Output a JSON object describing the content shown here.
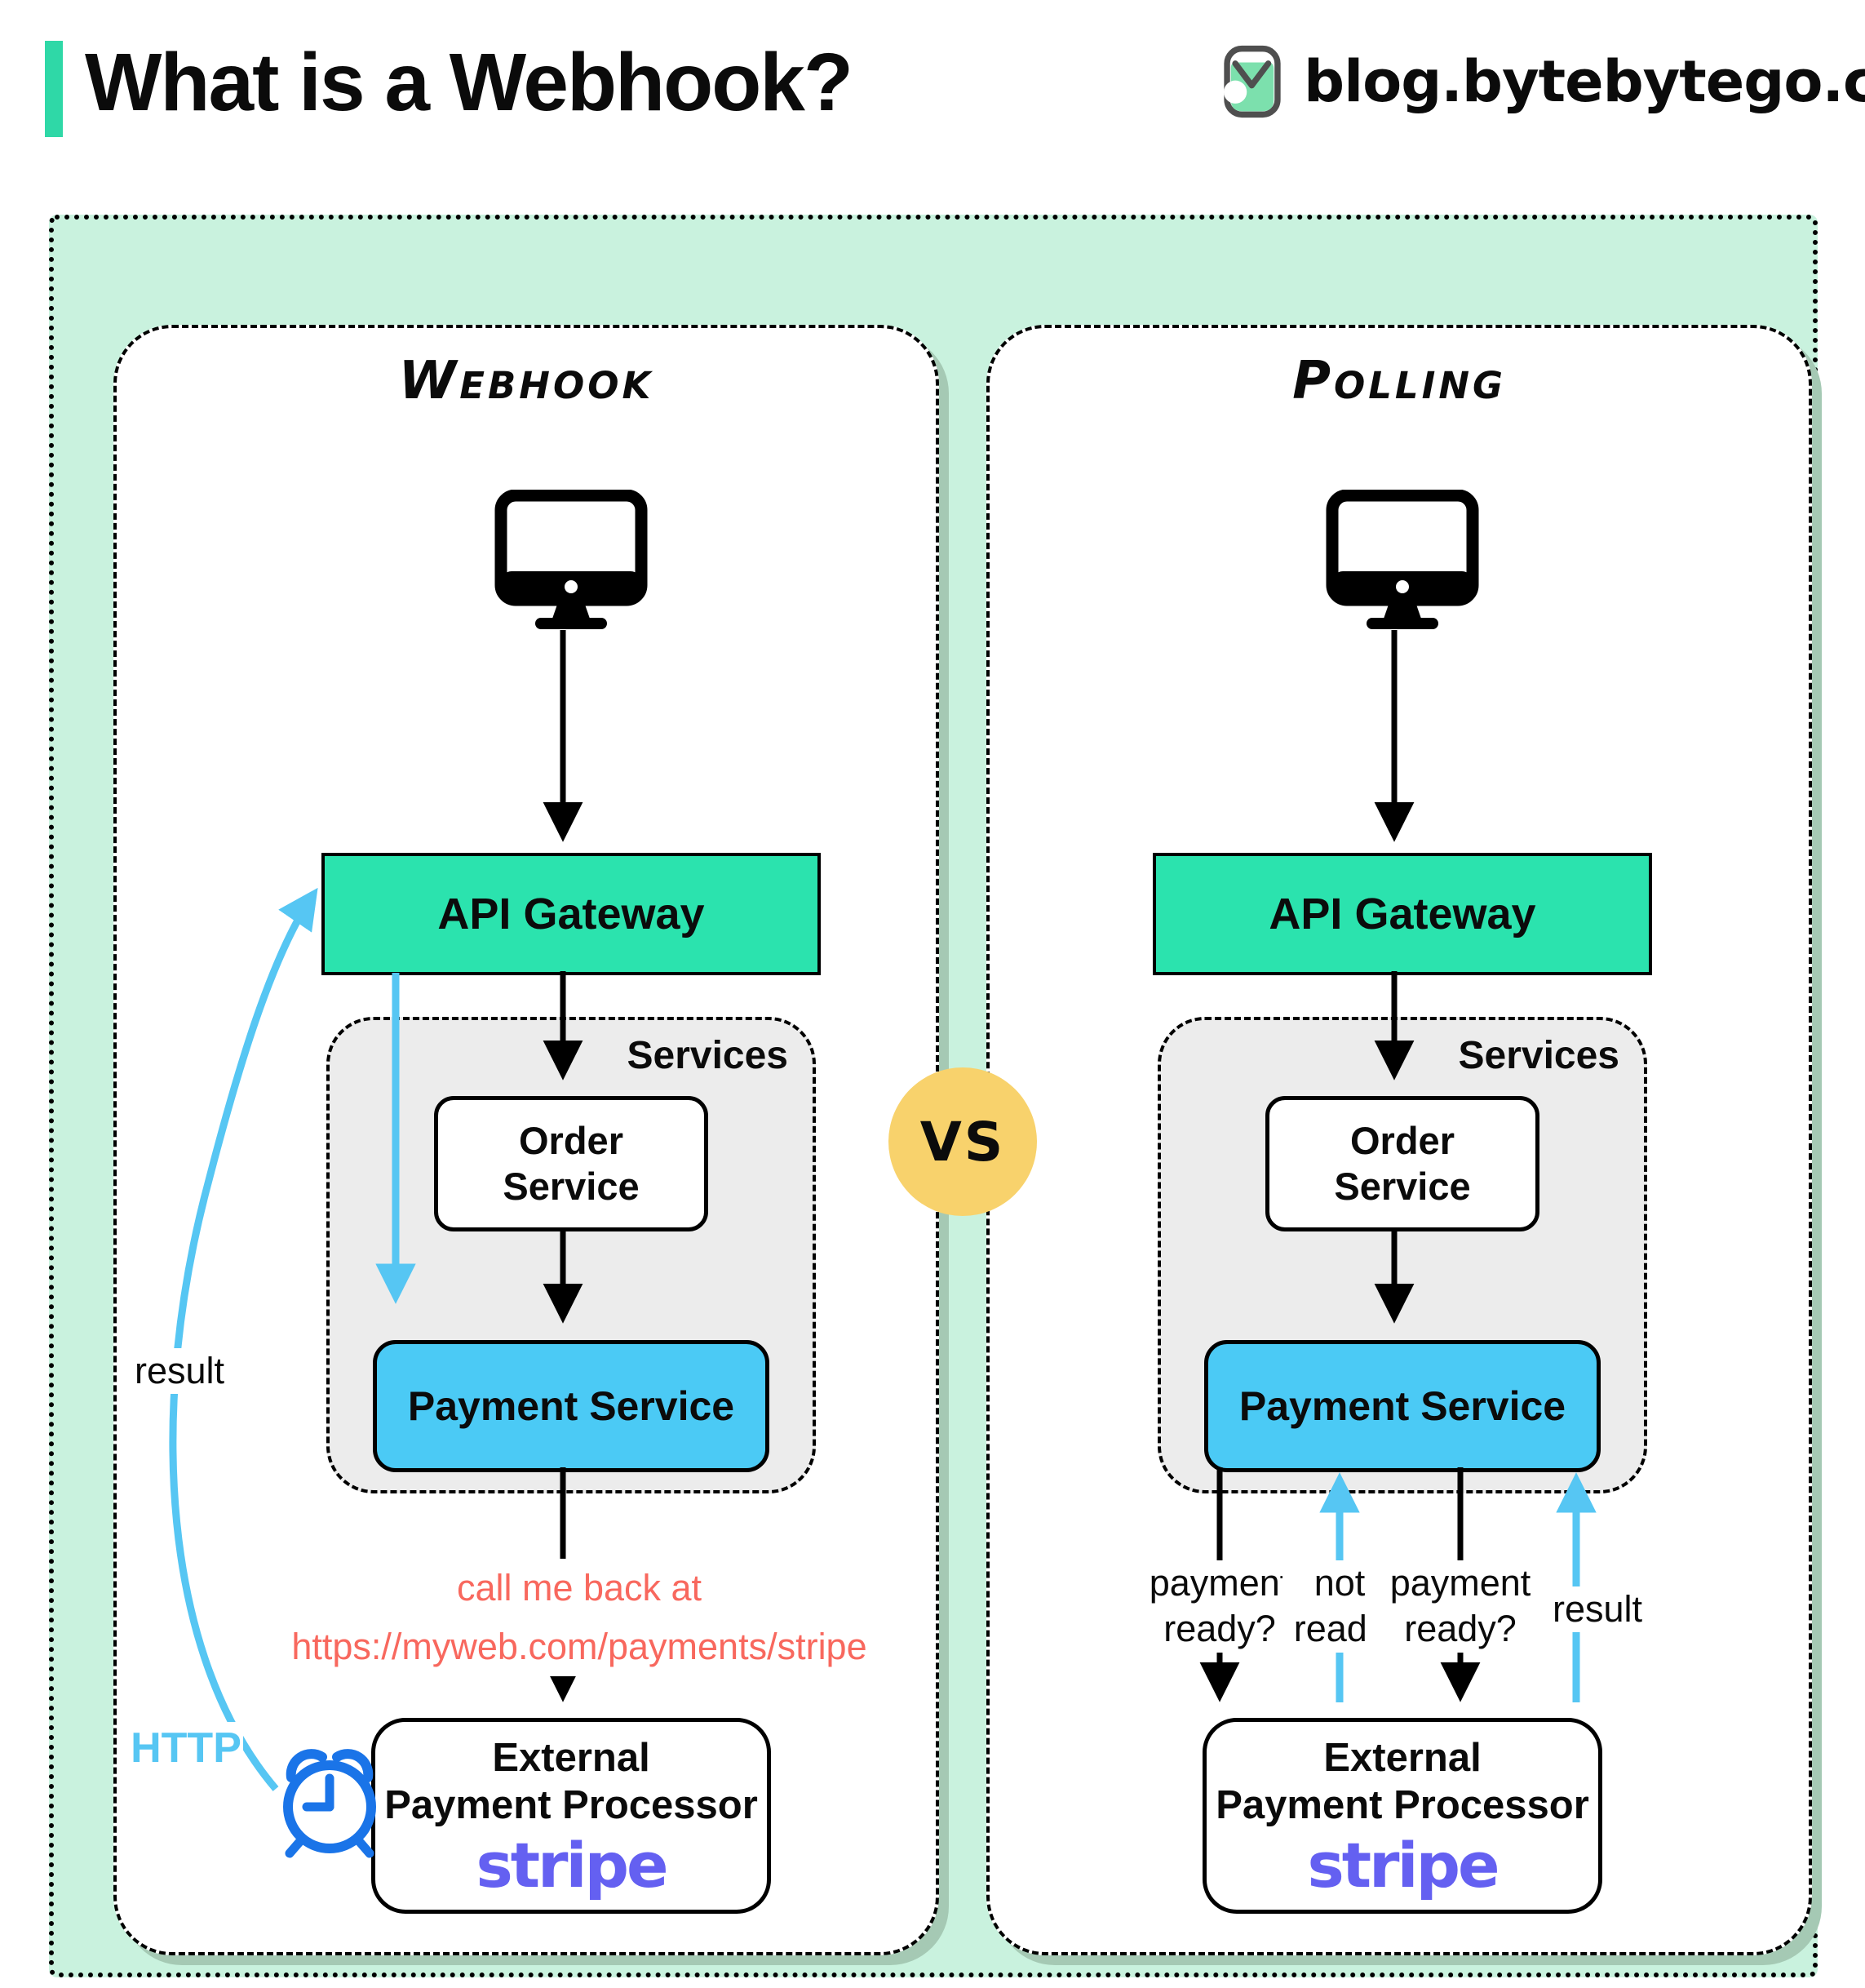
{
  "header": {
    "title": "What is a Webhook?",
    "site": "blog.bytebytego.com"
  },
  "vs_label": "VS",
  "panels": {
    "webhook": {
      "title": "Webhook",
      "api_gateway": "API Gateway",
      "services_label": "Services",
      "order_service": [
        "Order",
        "Service"
      ],
      "payment_service": "Payment Service",
      "external_processor": [
        "External",
        "Payment Processor"
      ],
      "brand": "stripe",
      "result_label": "result",
      "http_label": "HTTP",
      "callback_note": [
        "call me back at",
        "https://myweb.com/payments/stripe"
      ]
    },
    "polling": {
      "title": "Polling",
      "api_gateway": "API Gateway",
      "services_label": "Services",
      "order_service": [
        "Order",
        "Service"
      ],
      "payment_service": "Payment Service",
      "external_processor": [
        "External",
        "Payment Processor"
      ],
      "brand": "stripe",
      "flow_labels": [
        "payment ready?",
        "not ready",
        "payment ready?",
        "result"
      ]
    }
  },
  "icons": {
    "logo": "bytebytego-owl-icon",
    "client": "monitor-icon",
    "timer": "alarm-clock-icon"
  },
  "theme": {
    "accent": "#2fd8a7",
    "mint": "#c9f2de",
    "gateway": "#2be3ae",
    "payment": "#4bcaf5",
    "services_bg": "#ececec",
    "vs_bg": "#f8d26c",
    "arrow_blue": "#56c6f3",
    "clock_blue": "#1a74e8",
    "note_red": "#f8685e",
    "stripe_purple": "#6460f1"
  }
}
